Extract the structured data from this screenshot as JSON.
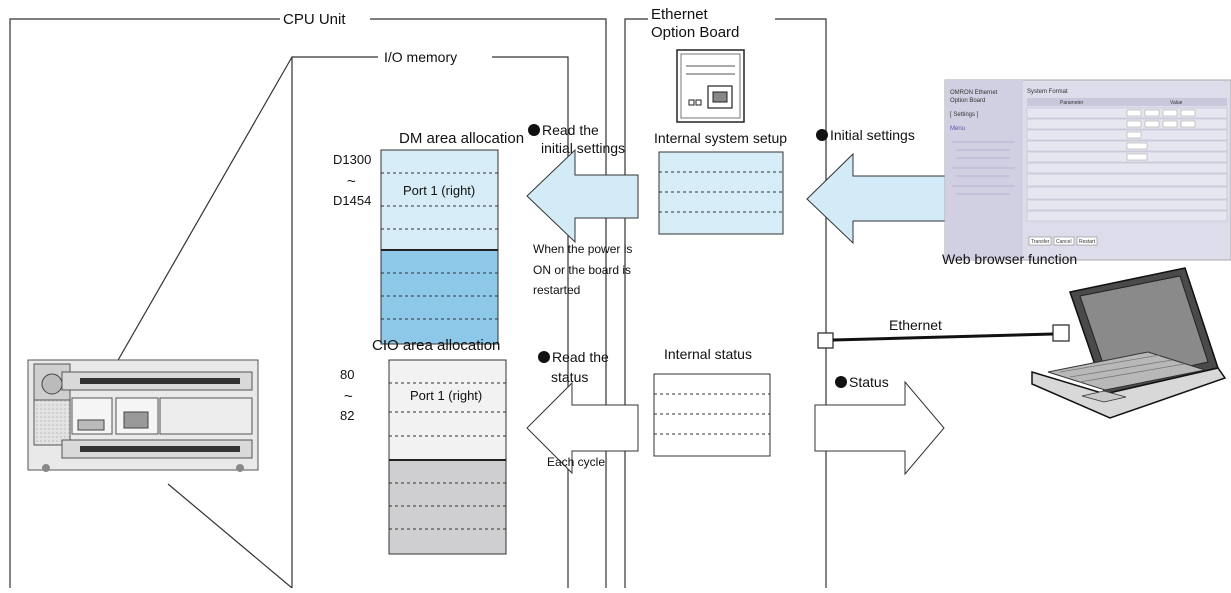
{
  "labels": {
    "cpu_unit": "CPU Unit",
    "option_board_line1": "Ethernet",
    "option_board_line2": "Option Board",
    "io_memory": "I/O memory",
    "dm_area": "DM area allocation",
    "cio_area": "CIO area allocation",
    "dm_start": "D1300",
    "dm_tilde": "~",
    "dm_end": "D1454",
    "cio_start": "80",
    "cio_tilde": "~",
    "cio_end": "82",
    "dm_port": "Port 1 (right)",
    "cio_port": "Port 1 (right)",
    "read_initial_line1": "Read the",
    "read_initial_line2": "initial settings",
    "internal_setup": "Internal system setup",
    "initial_settings": "Initial settings",
    "power_note_line1": "When the power is",
    "power_note_line2": "ON or the board is",
    "power_note_line3": "restarted",
    "read_status_line1": "Read the",
    "read_status_line2": "status",
    "internal_status": "Internal status",
    "status": "Status",
    "each_cycle": "Each cycle",
    "web_browser": "Web browser function",
    "ethernet": "Ethernet"
  },
  "browser_screenshot": {
    "sidebar_title_line1": "OMRON Ethernet",
    "sidebar_title_line2": "Option Board",
    "sidebar_menu": "[ Settings ]",
    "sidebar_home": "Menu",
    "panel_title": "System Format",
    "col_parameter": "Parameter",
    "col_value": "Value",
    "buttons": [
      "Transfer",
      "Cancel",
      "Restart"
    ]
  },
  "colors": {
    "dm_light": "#d6ecf6",
    "dm_dark": "#8ec8e8",
    "cio_light": "#f2f2f2",
    "cio_dark": "#cfcfd1",
    "arrow_blue": "#d2ebf6",
    "line": "#333333"
  }
}
